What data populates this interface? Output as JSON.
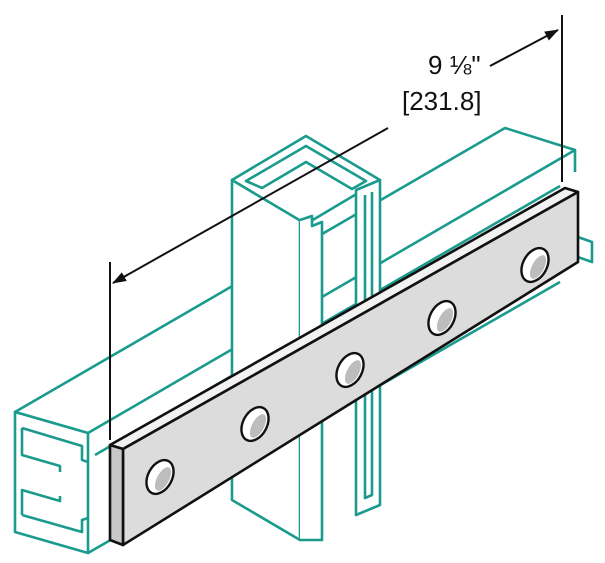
{
  "dimension": {
    "imperial": "9 ⅛\"",
    "metric": "[231.8]"
  },
  "colors": {
    "channel_stroke": "#1a9b8e",
    "channel_fill": "#ffffff",
    "plate_fill": "#dcdcdc",
    "plate_face": "#ececec",
    "plate_stroke": "#111111",
    "dimension_line": "#111111"
  },
  "parts": {
    "plate_holes": 5
  }
}
